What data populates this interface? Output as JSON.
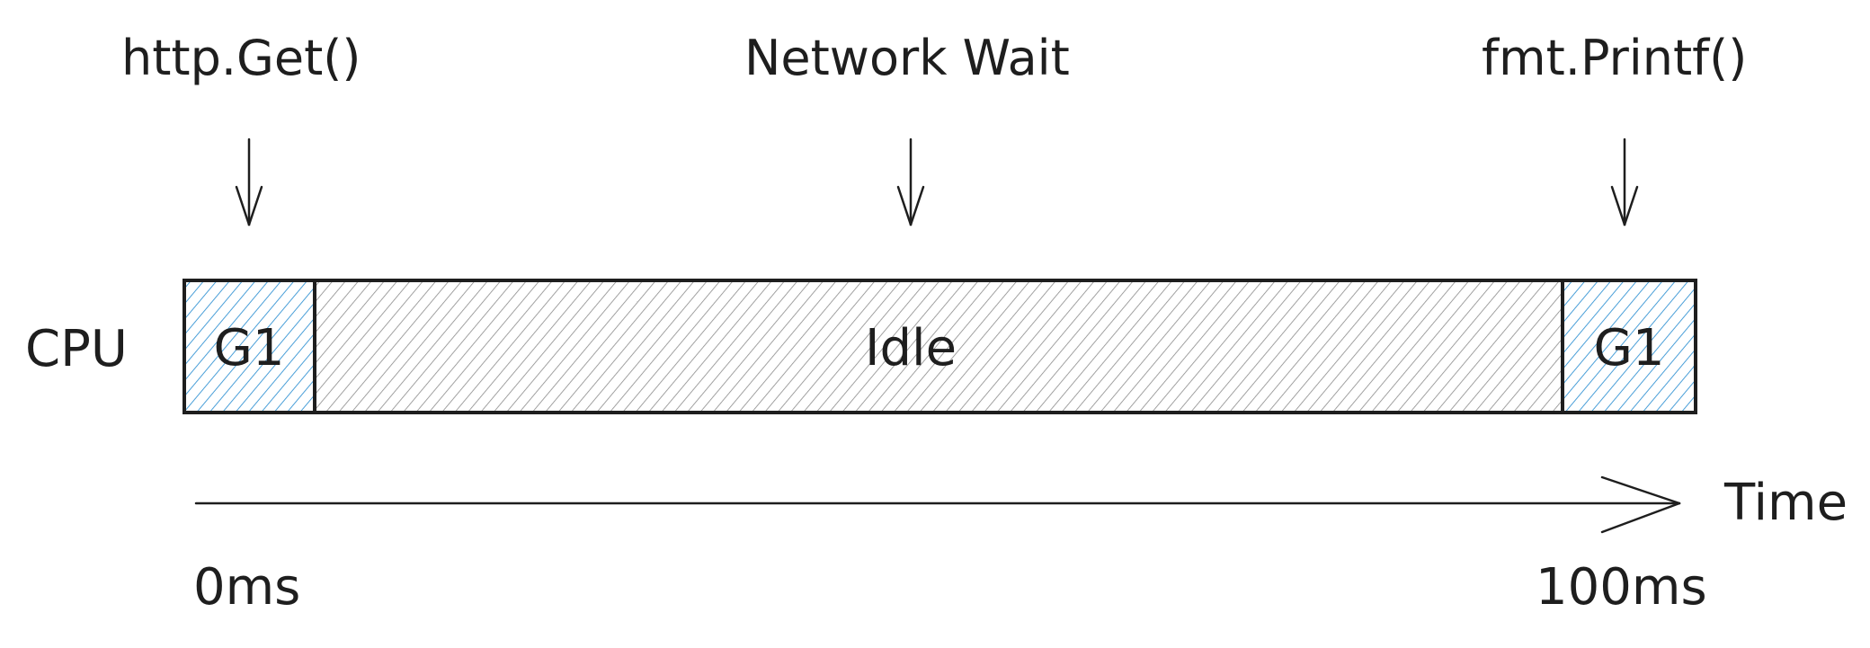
{
  "labels": {
    "call_start": "http.Get()",
    "wait": "Network Wait",
    "call_end": "fmt.Printf()",
    "row": "CPU",
    "axis": "Time",
    "time_start": "0ms",
    "time_end": "100ms"
  },
  "segments": [
    {
      "label": "G1"
    },
    {
      "label": "Idle"
    },
    {
      "label": "G1"
    }
  ],
  "colors": {
    "stroke": "#1e1e1e",
    "goroutine_hatch": "#4a9fd8",
    "idle_hatch": "#8a8a8a"
  }
}
